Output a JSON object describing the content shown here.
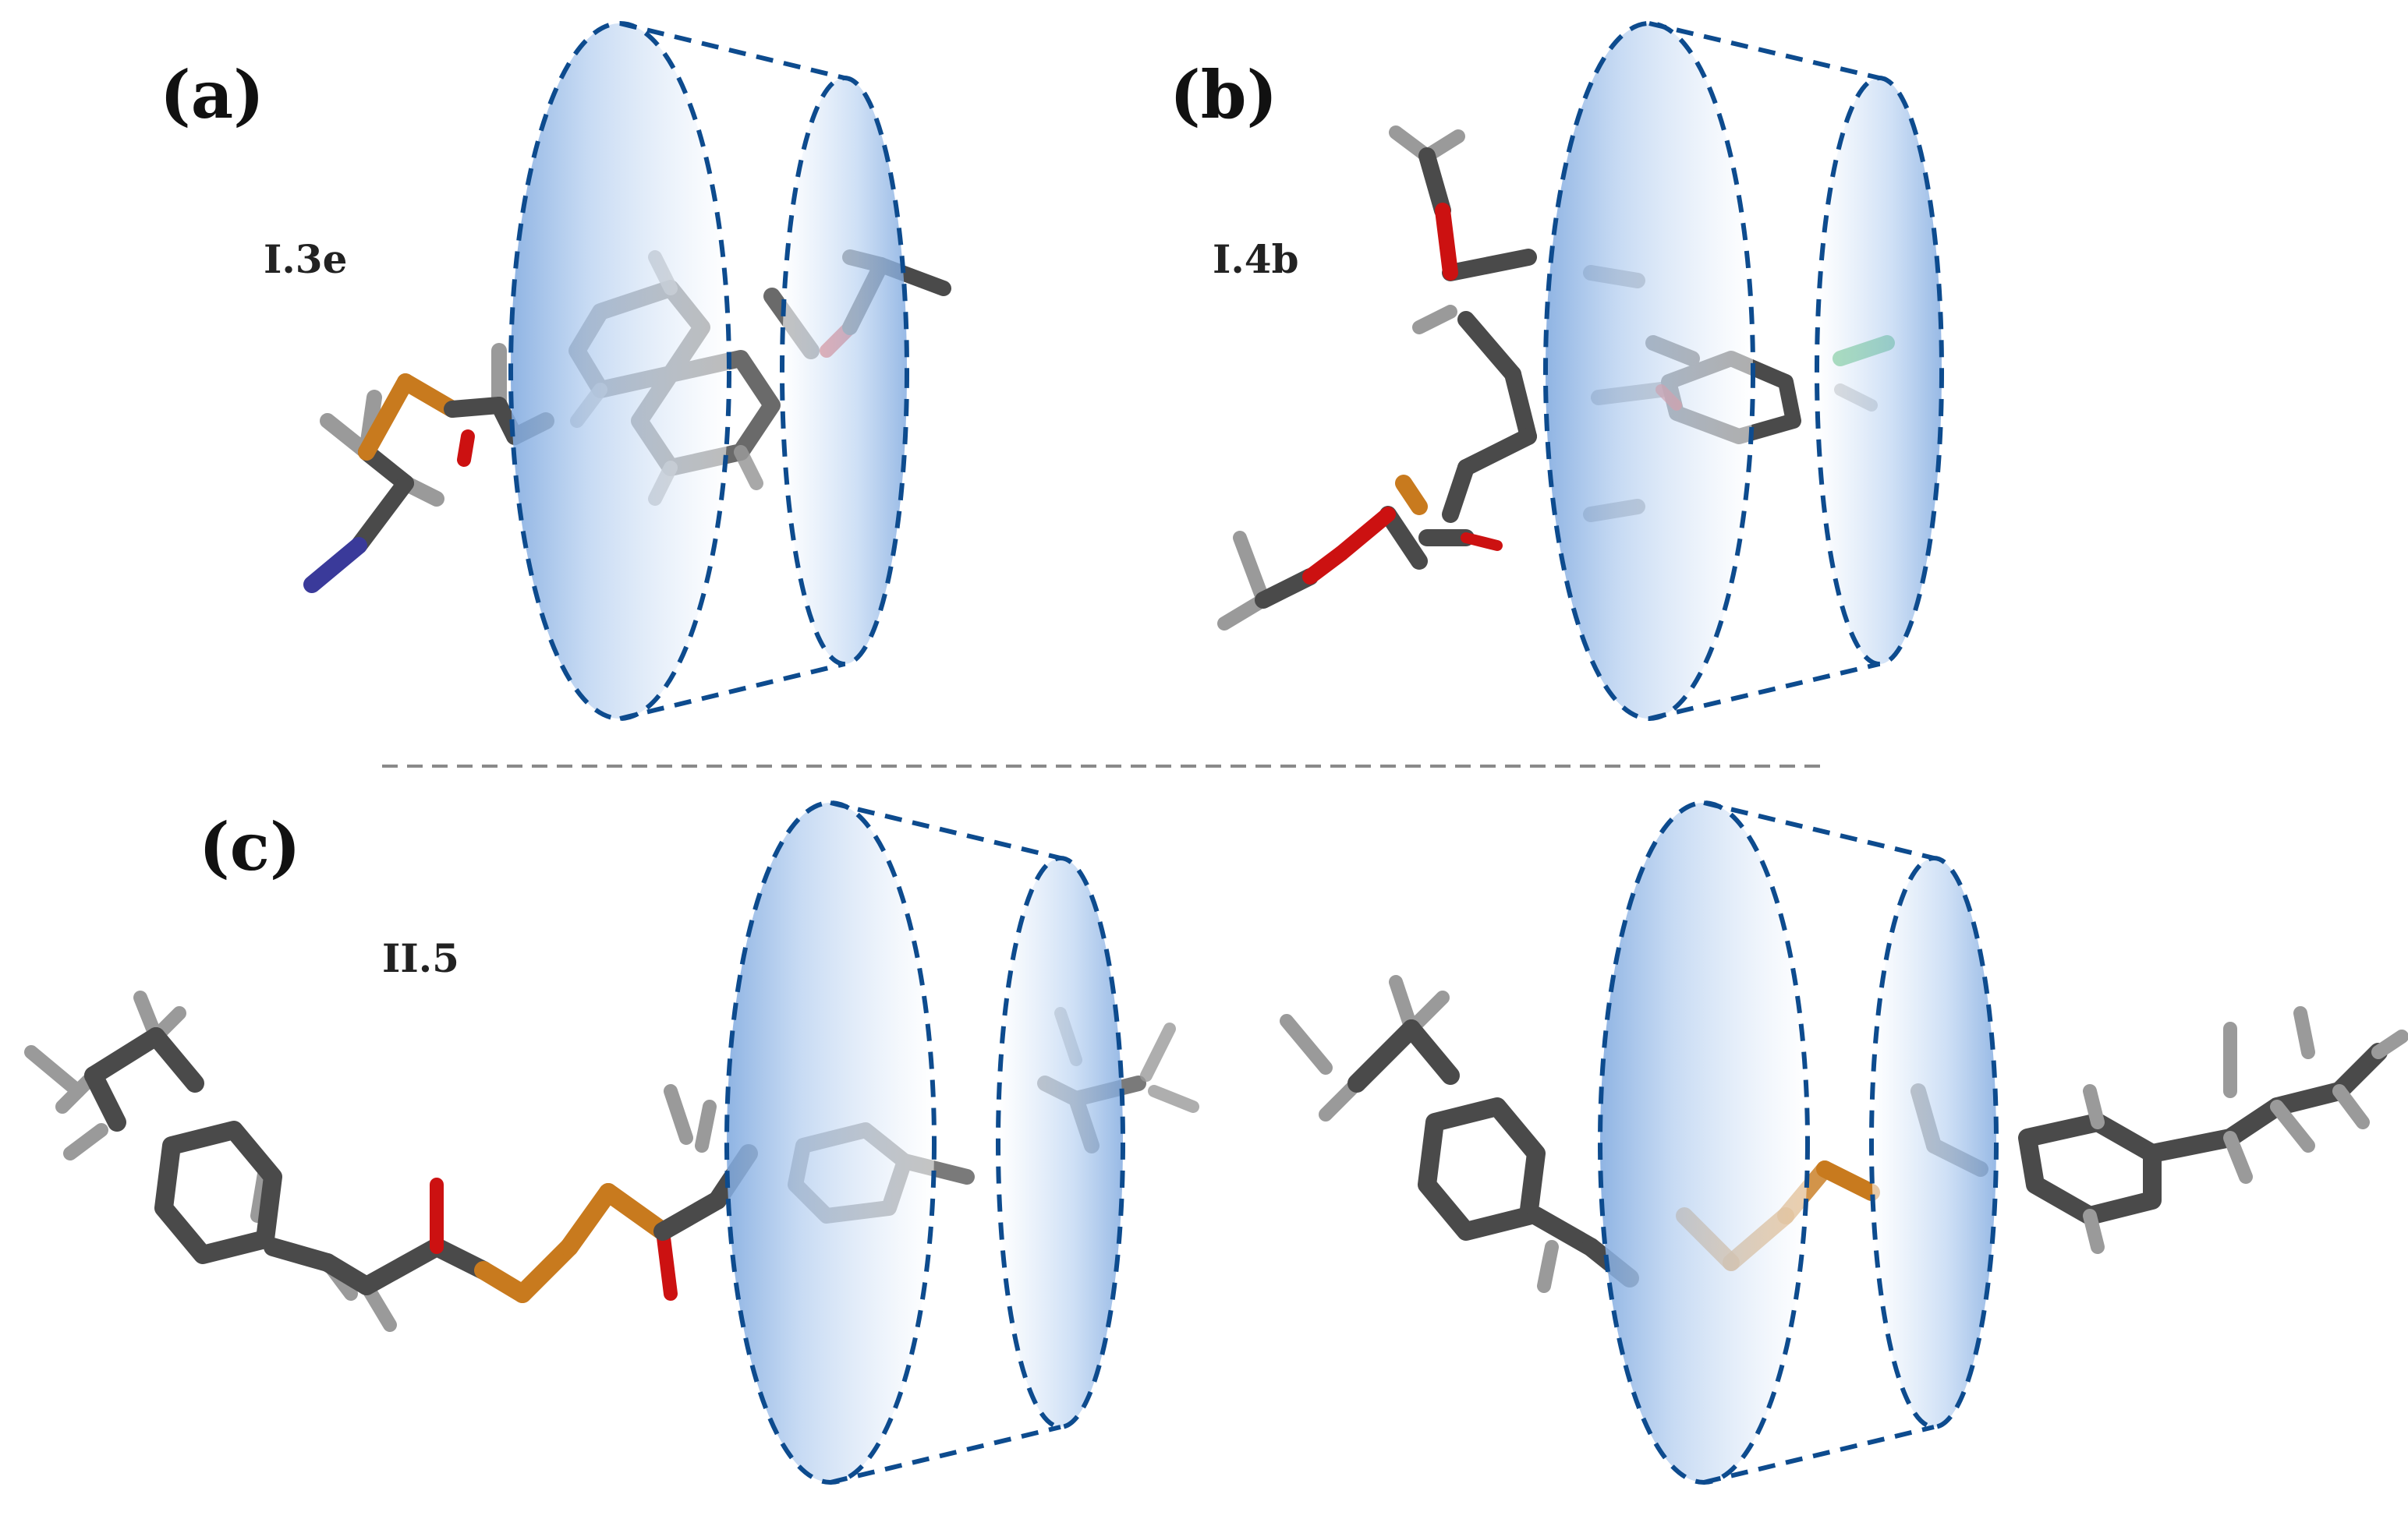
{
  "figure": {
    "panels": [
      {
        "id": "a",
        "label": "(a)",
        "compound": "I.3e"
      },
      {
        "id": "b",
        "label": "(b)",
        "compound": "I.4b"
      },
      {
        "id": "c",
        "label": "(c)",
        "compound": "II.5"
      }
    ],
    "colors": {
      "cylinder_outline": "#0d4b8e",
      "cylinder_fill": "#a9c8ee",
      "carbon": "#5a5a5a",
      "hydrogen": "#9a9a9a",
      "oxygen": "#cc1111",
      "sulfur": "#c87a1e",
      "nitrogen": "#3a3a9a",
      "chlorine": "#1ea84a",
      "divider": "#8a8a8a"
    }
  }
}
